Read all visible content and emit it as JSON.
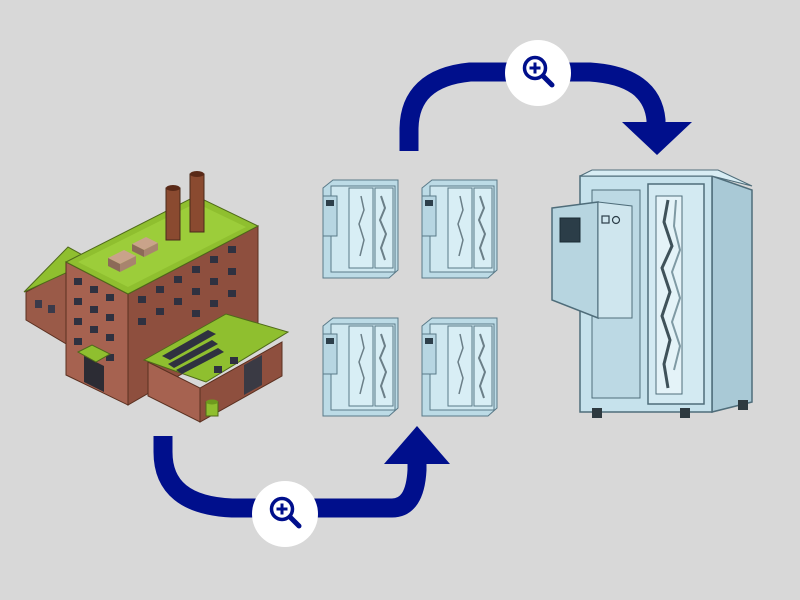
{
  "colors": {
    "background": "#d8d8d8",
    "arrow": "#000f8c",
    "badge": "#ffffff",
    "zoom_icon": "#000f8c",
    "brick": "#a0604e",
    "roof": "#8fbf2f",
    "chimney": "#8a4a30",
    "cabinet": "#c9e4ec"
  },
  "icons": {
    "factory": "factory-icon",
    "cabinet": "cabinet-icon",
    "zoom": "zoom-in-icon",
    "arrow": "curved-arrow-icon"
  },
  "diagram": {
    "nodes": [
      "factory",
      "cabinet-group",
      "cabinet-large"
    ],
    "small_cabinet_count": 4,
    "flows": [
      {
        "from": "factory",
        "to": "cabinet-group",
        "badge": "zoom-in-icon"
      },
      {
        "from": "cabinet-group",
        "to": "cabinet-large",
        "badge": "zoom-in-icon"
      }
    ]
  }
}
